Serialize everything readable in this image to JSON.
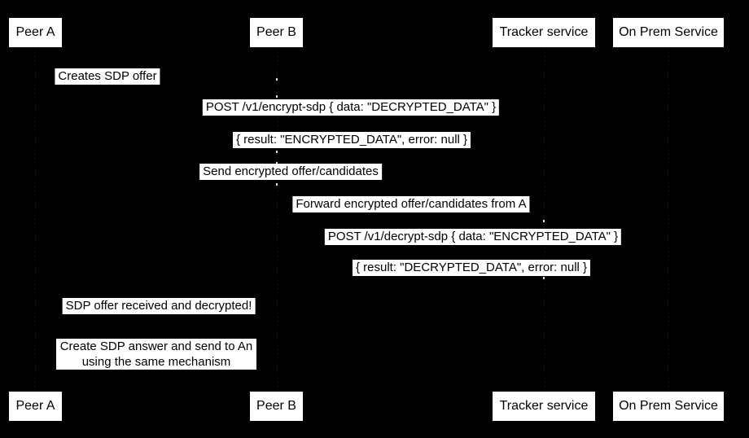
{
  "canvas": {
    "background": "#000000",
    "box_color": "#ffffff",
    "text_color": "#000000"
  },
  "actors": [
    {
      "id": "peer-a",
      "label": "Peer A"
    },
    {
      "id": "peer-b",
      "label": "Peer B"
    },
    {
      "id": "tracker-service",
      "label": "Tracker service"
    },
    {
      "id": "on-prem-service",
      "label": "On Prem Service"
    }
  ],
  "messages": [
    {
      "text": "Creates SDP offer"
    },
    {
      "text": "POST /v1/encrypt-sdp { data: \"DECRYPTED_DATA\" }"
    },
    {
      "text": "{ result: \"ENCRYPTED_DATA\", error: null }"
    },
    {
      "text": "Send encrypted offer/candidates"
    },
    {
      "text": "Forward encrypted offer/candidates from A"
    },
    {
      "text": "POST /v1/decrypt-sdp { data: \"ENCRYPTED_DATA\" }"
    },
    {
      "text": "{ result: \"DECRYPTED_DATA\", error: null }"
    },
    {
      "text": "SDP offer received and decrypted!"
    }
  ],
  "note": {
    "line1": "Create SDP answer and send to An",
    "line2": "using the same mechanism"
  }
}
